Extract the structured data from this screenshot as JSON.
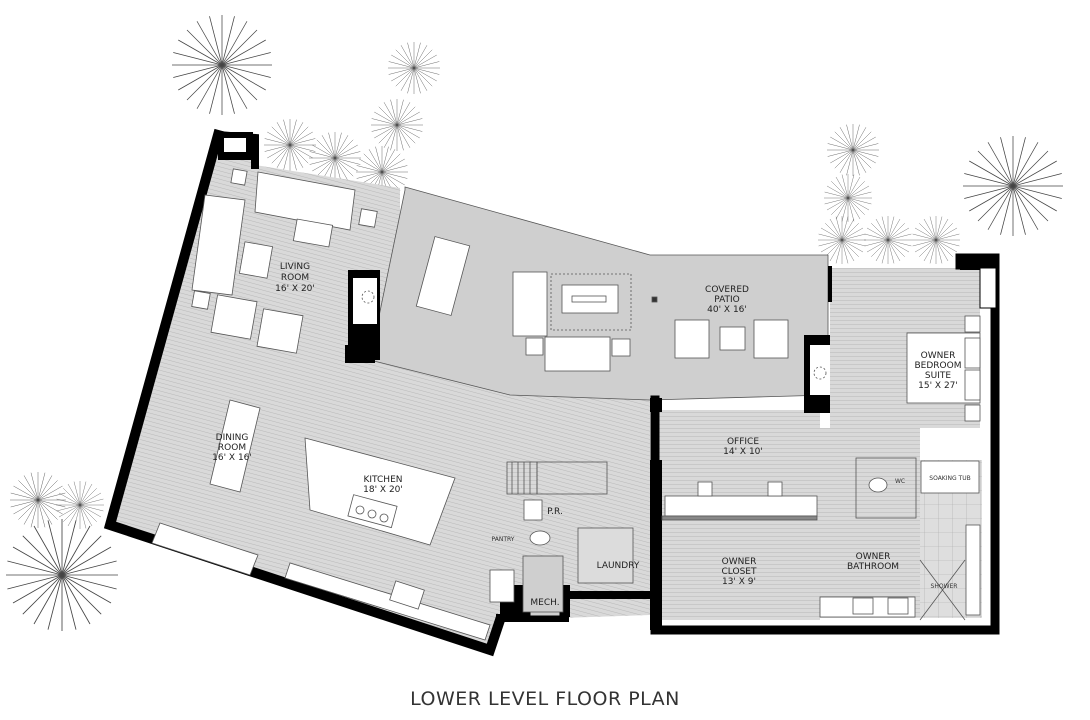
{
  "plan": {
    "title": "LOWER LEVEL FLOOR PLAN",
    "colors": {
      "wall": "#000000",
      "floor": "#d6d6d6",
      "patio": "#cfcfcf",
      "furniture": "#ffffff",
      "tile": "#dcdcdc"
    },
    "rooms": {
      "living": {
        "name": "LIVING",
        "name2": "ROOM",
        "size": "16' X 20'"
      },
      "patio": {
        "name": "COVERED",
        "name2": "PATIO",
        "size": "40' X 16'"
      },
      "bedroom": {
        "name": "OWNER",
        "name2": "BEDROOM",
        "name3": "SUITE",
        "size": "15' X 27'"
      },
      "dining": {
        "name": "DINING",
        "name2": "ROOM",
        "size": "16' X 16'"
      },
      "kitchen": {
        "name": "KITCHEN",
        "size": "18' X 20'"
      },
      "office": {
        "name": "OFFICE",
        "size": "14' X 10'"
      },
      "closet": {
        "name": "OWNER",
        "name2": "CLOSET",
        "size": "13' X 9'"
      },
      "bathroom": {
        "name": "OWNER",
        "name2": "BATHROOM"
      },
      "powder": {
        "name": "P.R."
      },
      "pantry": {
        "name": "PANTRY"
      },
      "laundry": {
        "name": "LAUNDRY"
      },
      "mech": {
        "name": "MECH."
      },
      "wc": {
        "name": "WC"
      },
      "tub": {
        "name": "SOAKING TUB"
      },
      "shower": {
        "name": "SHOWER"
      }
    }
  }
}
